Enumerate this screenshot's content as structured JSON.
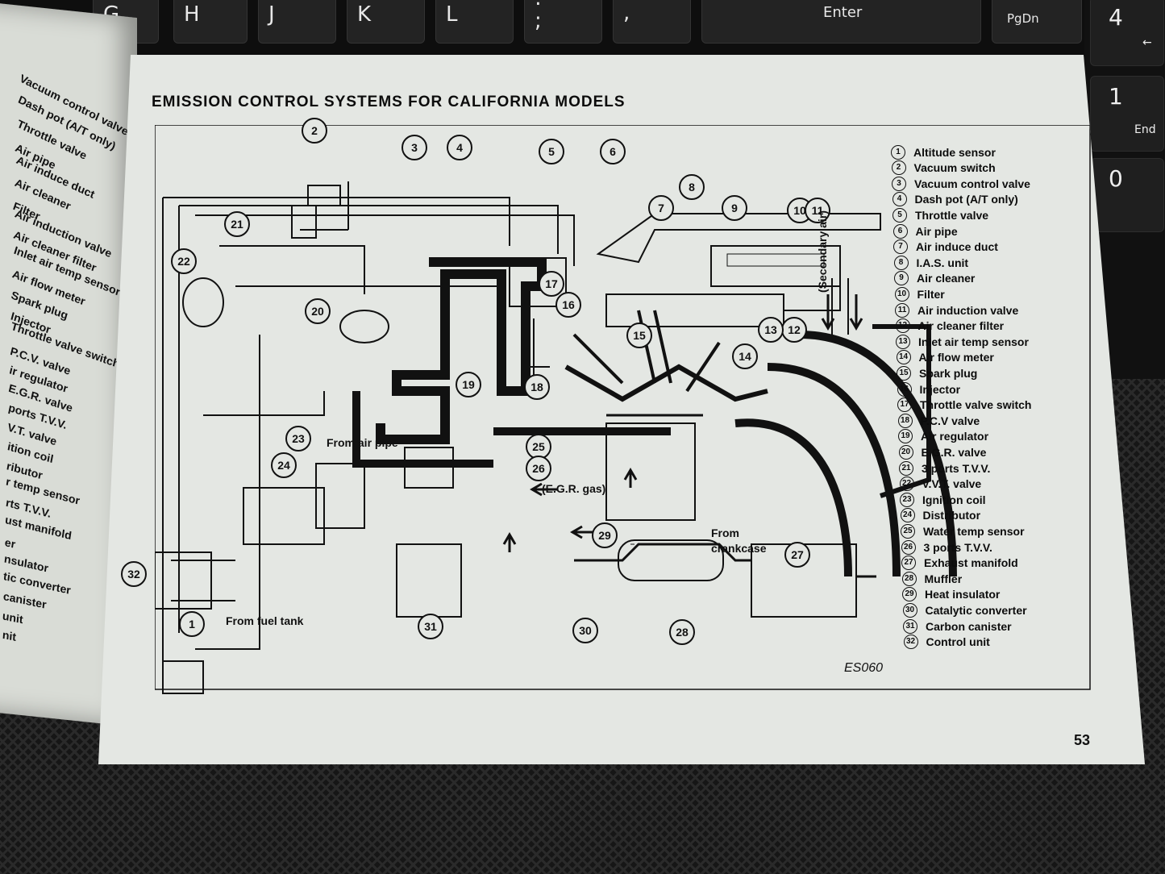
{
  "keyboard": {
    "keys": [
      "G",
      "H",
      "J",
      "K",
      "L",
      ":",
      "\"",
      "Enter",
      "PgDn"
    ],
    "key_semicolon_lower": ";",
    "key_quote_lower": ",",
    "numpad": [
      {
        "num": "4",
        "sub": "←"
      },
      {
        "num": "1",
        "sub": "End"
      },
      {
        "num": "0",
        "sub": ""
      }
    ]
  },
  "left_page": {
    "items": [
      "Vacuum control valve",
      "Dash pot (A/T only)",
      "Throttle valve",
      "Air pipe",
      "Air induce duct",
      "Air cleaner",
      "Filter",
      "Air induction valve",
      "Air cleaner filter",
      "Inlet air temp sensor",
      "Air flow meter",
      "Spark plug",
      "Injector",
      "Throttle valve switch",
      "P.C.V. valve",
      "ir regulator",
      "E.G.R. valve",
      "ports T.V.V.",
      "V.T. valve",
      "ition coil",
      "ributor",
      "r temp sensor",
      "rts T.V.V.",
      "ust manifold",
      "er",
      "nsulator",
      "tic converter",
      "canister",
      "unit",
      "nit"
    ]
  },
  "page": {
    "title": "EMISSION CONTROL SYSTEMS FOR CALIFORNIA MODELS",
    "figure_code": "ES060",
    "page_number": "53",
    "annotations": {
      "secondary_air": "(Secondary air)",
      "from_air_pipe": "From air pipe",
      "egr_gas": "(E.G.R. gas)",
      "from_crankcase_1": "From",
      "from_crankcase_2": "crankcase",
      "from_fuel_tank": "From fuel tank"
    },
    "legend": [
      {
        "n": "1",
        "label": "Altitude sensor"
      },
      {
        "n": "2",
        "label": "Vacuum switch"
      },
      {
        "n": "3",
        "label": "Vacuum control valve"
      },
      {
        "n": "4",
        "label": "Dash pot (A/T only)"
      },
      {
        "n": "5",
        "label": "Throttle valve"
      },
      {
        "n": "6",
        "label": "Air pipe"
      },
      {
        "n": "7",
        "label": "Air induce duct"
      },
      {
        "n": "8",
        "label": "I.A.S. unit"
      },
      {
        "n": "9",
        "label": "Air cleaner"
      },
      {
        "n": "10",
        "label": "Filter"
      },
      {
        "n": "11",
        "label": "Air induction valve"
      },
      {
        "n": "12",
        "label": "Air cleaner filter"
      },
      {
        "n": "13",
        "label": "Inlet air temp sensor"
      },
      {
        "n": "14",
        "label": "Air flow meter"
      },
      {
        "n": "15",
        "label": "Spark plug"
      },
      {
        "n": "16",
        "label": "Injector"
      },
      {
        "n": "17",
        "label": "Throttle valve switch"
      },
      {
        "n": "18",
        "label": "P.C.V valve"
      },
      {
        "n": "19",
        "label": "Air regulator"
      },
      {
        "n": "20",
        "label": "E.G.R. valve"
      },
      {
        "n": "21",
        "label": "3 ports T.V.V."
      },
      {
        "n": "22",
        "label": "V.V.T. valve"
      },
      {
        "n": "23",
        "label": "Ignition coil"
      },
      {
        "n": "24",
        "label": "Distributor"
      },
      {
        "n": "25",
        "label": "Water temp sensor"
      },
      {
        "n": "26",
        "label": "3 ports T.V.V."
      },
      {
        "n": "27",
        "label": "Exhaust manifold"
      },
      {
        "n": "28",
        "label": "Muffler"
      },
      {
        "n": "29",
        "label": "Heat insulator"
      },
      {
        "n": "30",
        "label": "Catalytic converter"
      },
      {
        "n": "31",
        "label": "Carbon canister"
      },
      {
        "n": "32",
        "label": "Control unit"
      }
    ],
    "callouts": [
      "1",
      "2",
      "3",
      "4",
      "5",
      "6",
      "7",
      "8",
      "9",
      "10",
      "11",
      "12",
      "13",
      "14",
      "15",
      "16",
      "17",
      "18",
      "19",
      "20",
      "21",
      "22",
      "23",
      "24",
      "25",
      "26",
      "27",
      "28",
      "29",
      "30",
      "31",
      "32"
    ]
  }
}
